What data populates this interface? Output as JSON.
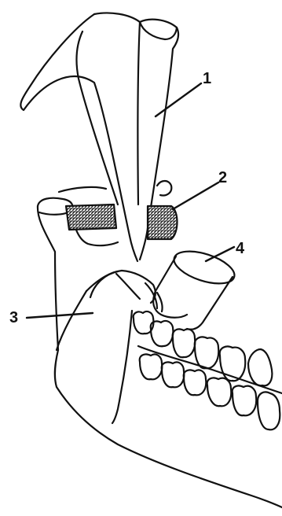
{
  "figure": {
    "labels": [
      {
        "id": "1",
        "text": "1"
      },
      {
        "id": "2",
        "text": "2"
      },
      {
        "id": "3",
        "text": "3"
      },
      {
        "id": "4",
        "text": "4"
      }
    ],
    "colors": {
      "ink": "#111111",
      "paper": "#ffffff",
      "hatch": "#222222"
    }
  }
}
